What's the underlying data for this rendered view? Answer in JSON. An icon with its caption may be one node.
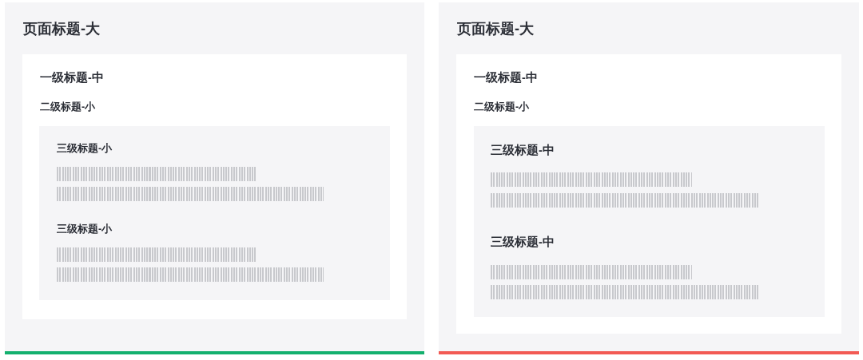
{
  "diagram": {
    "nodes": [
      {
        "text": [
          "页面标题-大"
        ]
      },
      {
        "text": [
          "一级标题-中",
          "二级标题-小"
        ],
        "in": 0
      },
      {
        "text": [
          "三级标题-小",
          "三级标题-小"
        ],
        "in": 1
      },
      {
        "text": [
          "页面标题-大"
        ]
      },
      {
        "text": [
          "一级标题-中",
          "二级标题-小"
        ],
        "in": 3
      },
      {
        "text": [
          "三级标题-中",
          "三级标题-中"
        ],
        "in": 4
      }
    ]
  }
}
